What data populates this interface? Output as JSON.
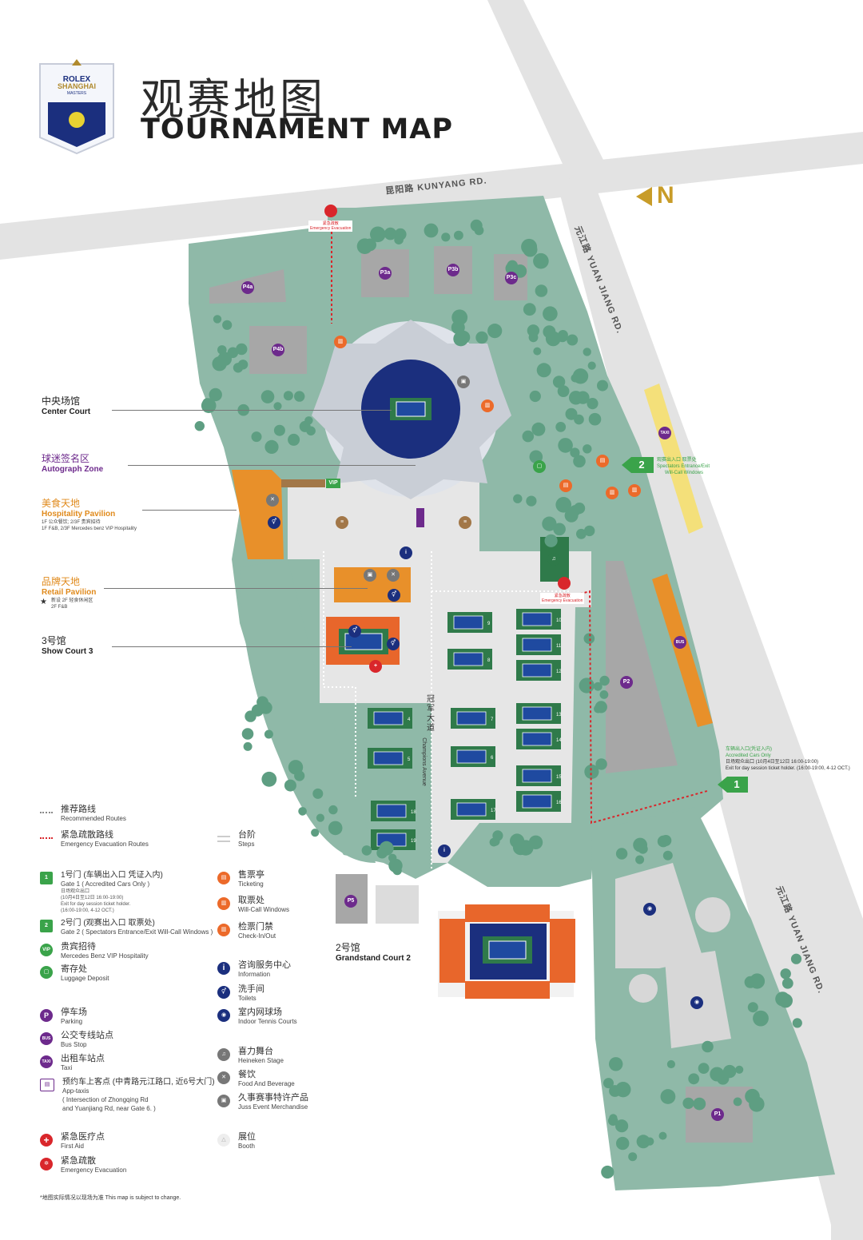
{
  "header": {
    "title_cn": "观赛地图",
    "title_en": "TOURNAMENT MAP",
    "logo_line1": "ROLEX",
    "logo_line2": "SHANGHAI",
    "logo_line3": "MASTERS"
  },
  "north": {
    "label": "N"
  },
  "roads": {
    "kunyang": "昆阳路 KUNYANG RD.",
    "yuanjiang_top": "元江路 YUAN JIANG RD.",
    "yuanjiang_bottom": "元江路 YUAN JIANG RD."
  },
  "venues": {
    "center_court": {
      "cn": "中央场馆",
      "en": "Center Court"
    },
    "autograph_zone": {
      "cn": "球迷签名区",
      "en": "Autograph Zone"
    },
    "hospitality": {
      "cn": "美食天地",
      "en": "Hospitality Pavilion",
      "sub1": "1F 公众餐饮; 2/3F 贵宾招待",
      "sub2": "1F F&B, 2/3F Mercedes benz VIP Hospitality"
    },
    "retail": {
      "cn": "品牌天地",
      "en": "Retail Pavilion",
      "sub1": "新设 2F 轻食休闲区",
      "sub2": "2F F&B"
    },
    "show_court": {
      "cn": "3号馆",
      "en": "Show Court 3"
    },
    "grandstand": {
      "cn": "2号馆",
      "en": "Grandstand Court 2"
    },
    "champions_avenue_cn": "冠军大道",
    "champions_avenue_en": "Champions Avenue"
  },
  "parking": {
    "p4a": "P4a",
    "p4b": "P4b",
    "p3a": "P3a",
    "p3b": "P3b",
    "p3c": "P3c",
    "p2": "P2",
    "p5": "P5",
    "p1": "P1"
  },
  "map_marks": {
    "vip": "VIP",
    "taxi": "TAXI",
    "bus": "BUS",
    "evac_top_cn": "紧急疏散",
    "evac_top_en": "Emergency Evacuation",
    "evac_mid_cn": "紧急疏散",
    "evac_mid_en": "Emergency Evacuation"
  },
  "gates": {
    "gate2_num": "2",
    "gate2_cn": "观赛出入口 取票处",
    "gate2_en": "Spectators Entrance/Exit",
    "gate2_en2": "Will-Call Windows",
    "gate1_num": "1",
    "gate1_cn": "车辆出入口(凭证入内)",
    "gate1_en": "Accredited Cars Only",
    "gate1_sub": "日场观众出口 (10月4日至12日 16:00-19:00)",
    "gate1_sub2": "Exit for day session ticket holder. (16:00-19:00, 4-12 OCT.)"
  },
  "courts": {
    "numbers": [
      "4",
      "5",
      "6",
      "7",
      "8",
      "9",
      "10",
      "11",
      "12",
      "13",
      "14",
      "15",
      "16",
      "17",
      "18",
      "19"
    ]
  },
  "legend_left": [
    {
      "cn": "推荐路线",
      "en": "Recommended Routes"
    },
    {
      "cn": "紧急疏散路线",
      "en": "Emergency Evacuation Routes"
    },
    {
      "cn": "1号门 (车辆出入口 凭证入内)",
      "en": "Gate 1 ( Accredited Cars Only )",
      "sub1": "日场观众出口",
      "sub2": "(10月4日至12日 16:00-19:00)",
      "sub3": "Exit for day session ticket holder.",
      "sub4": "(16:00-19:00, 4-12 OCT.)",
      "icon": "1"
    },
    {
      "cn": "2号门 (观赛出入口 取票处)",
      "en": "Gate 2 ( Spectators Entrance/Exit Will-Call Windows )",
      "icon": "2"
    },
    {
      "cn": "贵宾招待",
      "en": "Mercedes Benz VIP Hospitality",
      "icon": "VIP"
    },
    {
      "cn": "寄存处",
      "en": "Luggage Deposit",
      "icon": ""
    },
    {
      "cn": "停车场",
      "en": "Parking",
      "icon": "P"
    },
    {
      "cn": "公交专线站点",
      "en": "Bus Stop",
      "icon": "BUS"
    },
    {
      "cn": "出租车站点",
      "en": "Taxi",
      "icon": "TAXI"
    },
    {
      "cn": "预约车上客点 (中青路元江路口, 近6号大门)",
      "en": "App-taxis",
      "sub1": "( Intersection of Zhongqing Rd",
      "sub2": "and Yuanjiang Rd, near Gate 6. )",
      "icon": ""
    },
    {
      "cn": "紧急医疗点",
      "en": "First Aid",
      "icon": "+"
    },
    {
      "cn": "紧急疏散",
      "en": "Emergency Evacuation",
      "icon": ""
    }
  ],
  "legend_right": [
    {
      "cn": "台阶",
      "en": "Steps"
    },
    {
      "cn": "售票亭",
      "en": "Ticketing"
    },
    {
      "cn": "取票处",
      "en": "Will-Call Windows"
    },
    {
      "cn": "检票门禁",
      "en": "Check-In/Out"
    },
    {
      "cn": "咨询服务中心",
      "en": "Information",
      "icon": "i"
    },
    {
      "cn": "洗手间",
      "en": "Toilets"
    },
    {
      "cn": "室内网球场",
      "en": "Indoor Tennis Courts"
    },
    {
      "cn": "喜力舞台",
      "en": "Heineken Stage"
    },
    {
      "cn": "餐饮",
      "en": "Food And Beverage"
    },
    {
      "cn": "久事赛事特许产品",
      "en": "Juss Event Merchandise"
    },
    {
      "cn": "展位",
      "en": "Booth"
    }
  ],
  "footnote": "*地图实际情况以现场为准  This map is subject to change.",
  "colors": {
    "green": "#8fb9a8",
    "tree": "#5e9e82",
    "road": "#e3e3e3",
    "court_blue": "#1f4aa0",
    "court_green": "#2f7a4a",
    "orange": "#e8902a",
    "grandstand_orange": "#e8662b",
    "purple": "#6d2a8c",
    "red": "#d9262b",
    "gate_green": "#3aa34a",
    "taxi_yellow": "#f4e07a",
    "navy": "#1b2f7e",
    "ticket_orange": "#ec6a2a"
  }
}
